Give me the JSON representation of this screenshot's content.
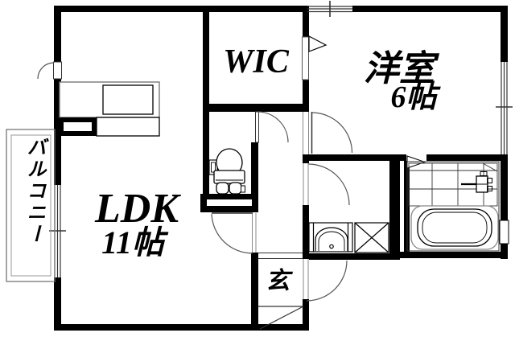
{
  "floor_plan": {
    "balcony": {
      "label": "バルコニー"
    },
    "ldk": {
      "label": "LDK",
      "size": "11帖"
    },
    "wic": {
      "label": "WIC"
    },
    "western_room": {
      "label": "洋室",
      "size": "6帖"
    },
    "entrance": {
      "label": "玄"
    }
  },
  "colors": {
    "wall": "#000000",
    "background": "#ffffff",
    "thin_line": "#444444"
  }
}
